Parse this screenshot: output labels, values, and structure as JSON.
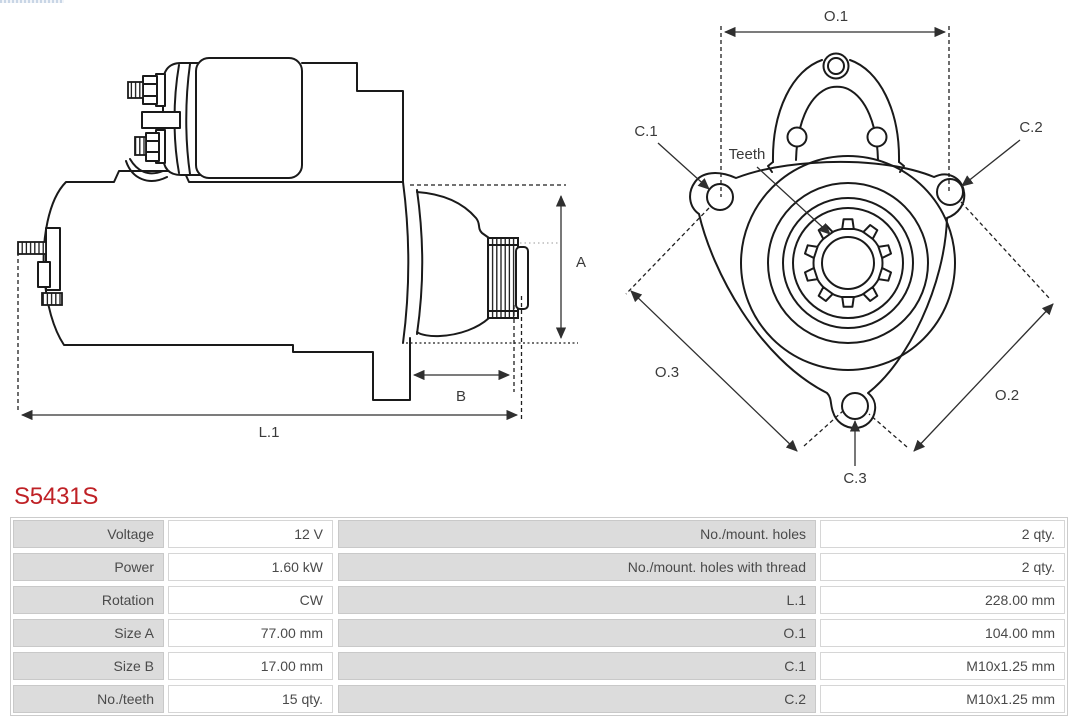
{
  "part_number": "S5431S",
  "diagram": {
    "side": {
      "A": "A",
      "B": "B",
      "L1": "L.1"
    },
    "front": {
      "O1": "O.1",
      "O2": "O.2",
      "O3": "O.3",
      "C1": "C.1",
      "C2": "C.2",
      "C3": "C.3",
      "teeth": "Teeth"
    }
  },
  "colors": {
    "part_number_red": "#bf2126",
    "line_art": "#1a1a1a",
    "dimension_text": "#3a3a3a",
    "table_label_bg": "#dcdcdc",
    "table_border": "#cccccc",
    "table_text": "#4a4a4a"
  },
  "table": {
    "rows": [
      {
        "l_label": "Voltage",
        "l_value": "12 V",
        "r_label": "No./mount. holes",
        "r_value": "2 qty."
      },
      {
        "l_label": "Power",
        "l_value": "1.60 kW",
        "r_label": "No./mount. holes with thread",
        "r_value": "2 qty."
      },
      {
        "l_label": "Rotation",
        "l_value": "CW",
        "r_label": "L.1",
        "r_value": "228.00 mm"
      },
      {
        "l_label": "Size A",
        "l_value": "77.00 mm",
        "r_label": "O.1",
        "r_value": "104.00 mm"
      },
      {
        "l_label": "Size B",
        "l_value": "17.00 mm",
        "r_label": "C.1",
        "r_value": "M10x1.25 mm"
      },
      {
        "l_label": "No./teeth",
        "l_value": "15 qty.",
        "r_label": "C.2",
        "r_value": "M10x1.25 mm"
      }
    ]
  }
}
